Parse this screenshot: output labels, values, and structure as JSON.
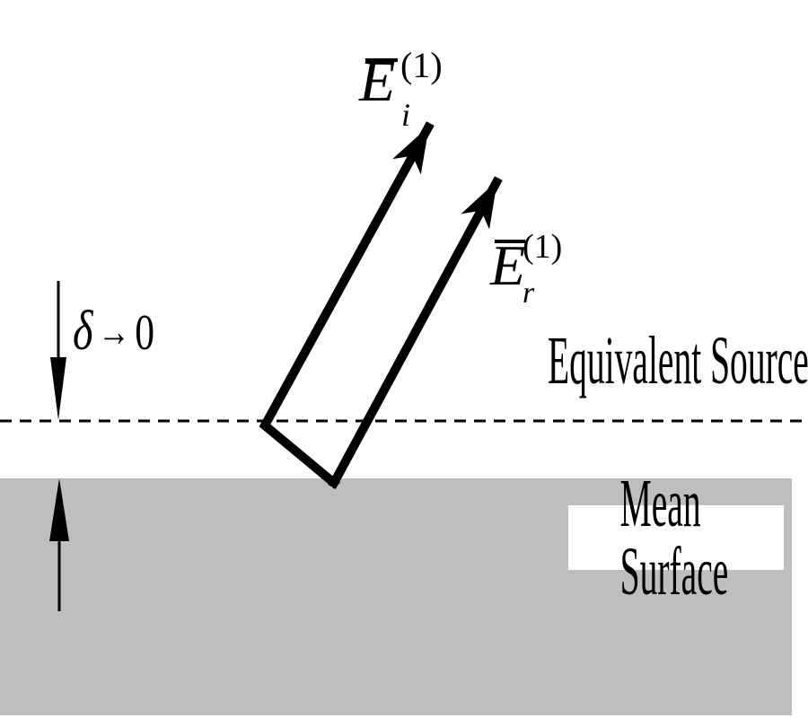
{
  "diagram": {
    "labels": {
      "incident_field": {
        "base": "E",
        "sup": "(1)",
        "sub": "i"
      },
      "reflected_field": {
        "base": "E",
        "sup": "(1)",
        "sub": "r"
      },
      "delta_annotation": {
        "symbol": "δ",
        "arrow": "→",
        "value": "0"
      },
      "equivalent_source": "Equivalent Source",
      "mean_surface": "Mean Surface"
    },
    "colors": {
      "surface_gray": "#bebebe",
      "ink": "#000000",
      "background": "#ffffff"
    }
  }
}
